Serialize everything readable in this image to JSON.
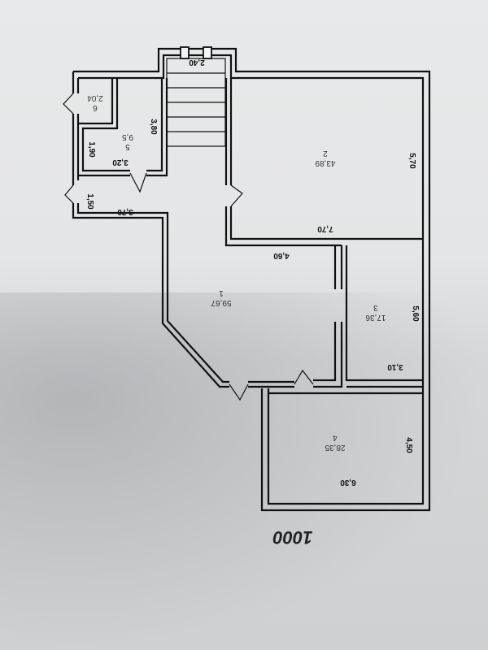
{
  "page_number": "1000",
  "rooms": [
    {
      "id": "1",
      "area": "59,67"
    },
    {
      "id": "2",
      "area": "43,89"
    },
    {
      "id": "3",
      "area": "17,36"
    },
    {
      "id": "4",
      "area": "28,35"
    },
    {
      "id": "5",
      "area": "9,5"
    },
    {
      "id": "6",
      "area": "2,04"
    }
  ],
  "dimensions": {
    "top_stair": "2,40",
    "room5_height": "3,80",
    "room5_left": "1,90",
    "room5_bottom": "3,20",
    "entry_left": "1,50",
    "entry_bottom": "3,70",
    "room2_width": "7,70",
    "room2_height": "5,70",
    "hall_mid": "4,60",
    "room3_height": "5,60",
    "room3_width": "3,10",
    "room4_height": "4,50",
    "room4_width": "6,30"
  }
}
